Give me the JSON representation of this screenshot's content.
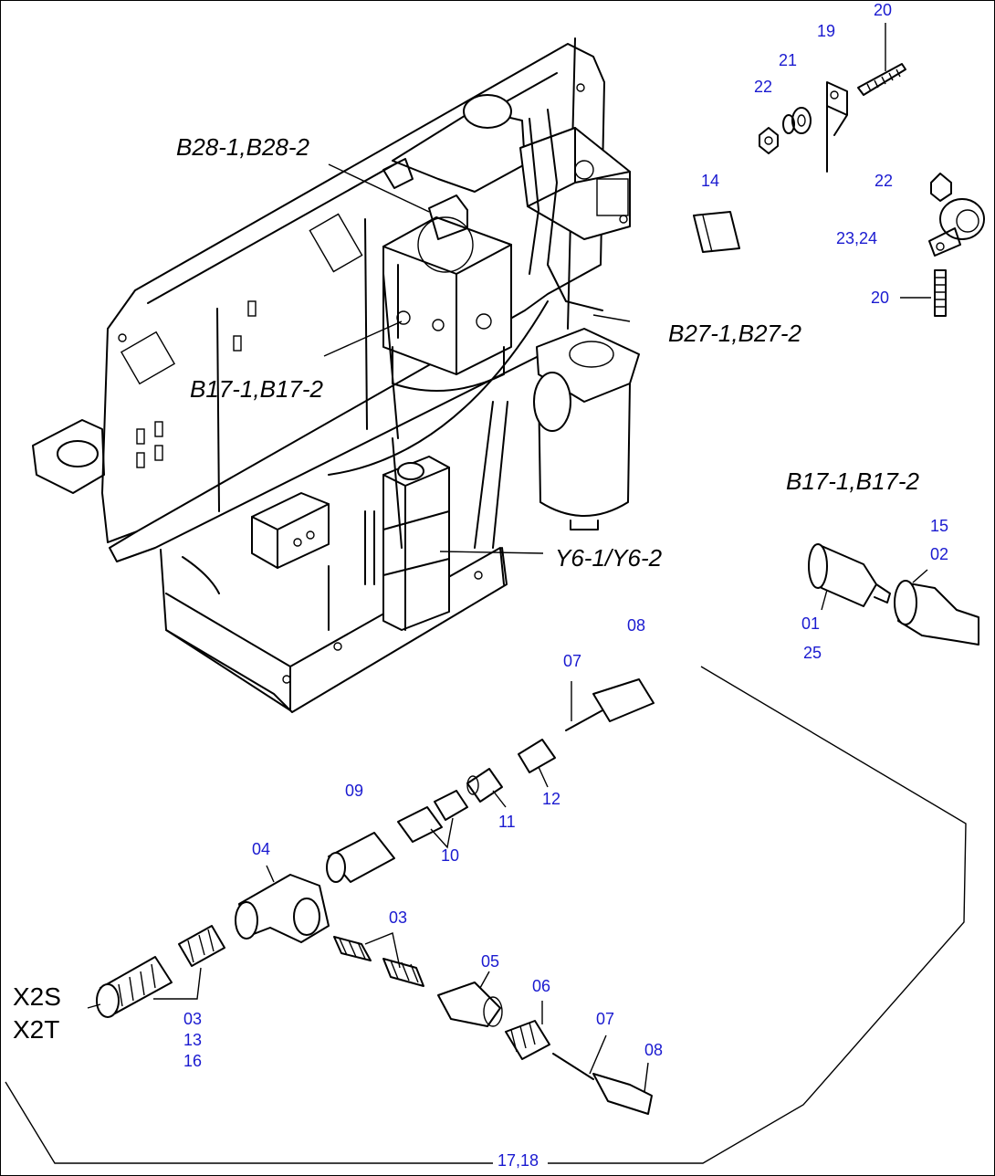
{
  "diagram": {
    "reference_labels": {
      "b28": "B28-1,B28-2",
      "b27": "B27-1,B27-2",
      "b17_main": "B17-1,B17-2",
      "b17_detail": "B17-1,B17-2",
      "y6": "Y6-1/Y6-2"
    },
    "connector_labels": {
      "x2s": "X2S",
      "x2t": "X2T"
    },
    "part_numbers": {
      "p20_top": "20",
      "p19": "19",
      "p21": "21",
      "p22_top": "22",
      "p14": "14",
      "p22_right": "22",
      "p23_24": "23,24",
      "p20_right": "20",
      "p15": "15",
      "p02": "02",
      "p01": "01",
      "p25": "25",
      "p08_top": "08",
      "p07_top": "07",
      "p09": "09",
      "p12": "12",
      "p11": "11",
      "p10": "10",
      "p04": "04",
      "p03_mid": "03",
      "p05": "05",
      "p06": "06",
      "p07_bottom": "07",
      "p08_bottom": "08",
      "p03_left": "03",
      "p13": "13",
      "p16": "16",
      "p17_18": "17,18"
    }
  }
}
